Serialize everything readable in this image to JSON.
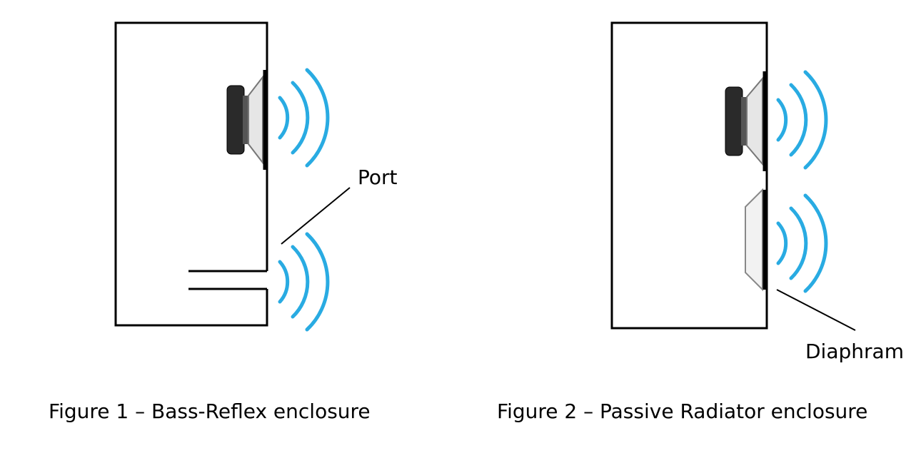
{
  "figure1": {
    "label_port": "Port",
    "caption": "Figure 1 – Bass-Reflex enclosure"
  },
  "figure2": {
    "label_diaphragm": "Diaphram",
    "caption": "Figure 2 – Passive Radiator enclosure"
  },
  "colors": {
    "wave": "#29ABE2",
    "outline": "#000000",
    "driver_dark": "#2a2a2a",
    "cone": "#c8c8c8"
  }
}
